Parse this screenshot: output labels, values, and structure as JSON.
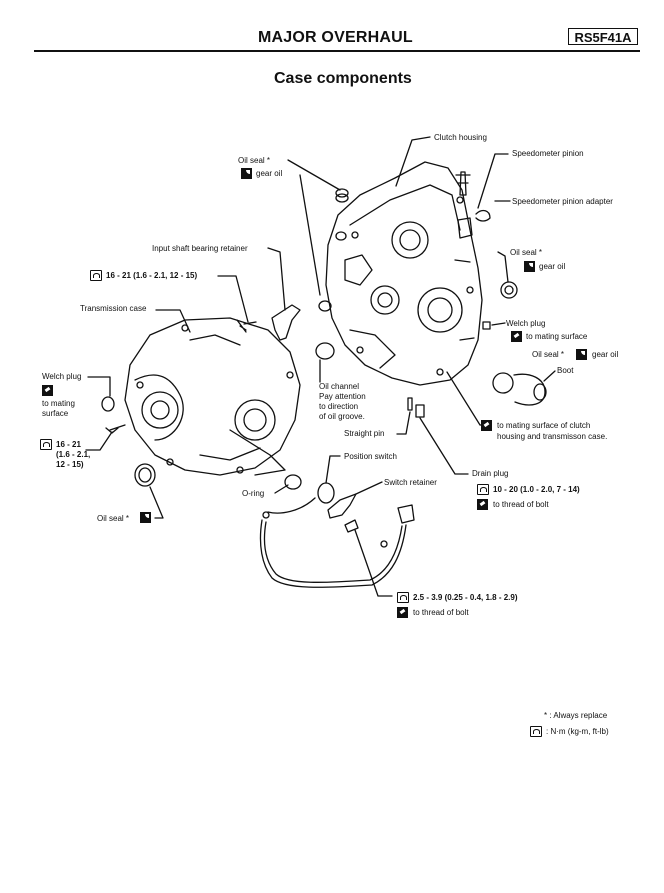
{
  "header": {
    "title": "MAJOR OVERHAUL",
    "code": "RS5F41A"
  },
  "section_title": "Case components",
  "labels": {
    "clutch_housing": "Clutch housing",
    "oil_seal_top": "Oil seal *",
    "gear_oil_top": "gear oil",
    "speedometer_pinion": "Speedometer pinion",
    "speedometer_pinion_adapter": "Speedometer pinion adapter",
    "input_shaft_bearing_retainer": "Input shaft bearing retainer",
    "oil_seal_right": "Oil seal *",
    "gear_oil_right": "gear oil",
    "torque_16_21_top": "16 - 21 (1.6 - 2.1, 12 - 15)",
    "transmission_case": "Transmission case",
    "welch_plug_right": "Welch plug",
    "to_mating_surface_right": "to mating surface",
    "oil_seal_boot": "Oil seal *",
    "gear_oil_boot": "gear oil",
    "boot": "Boot",
    "welch_plug_left": "Welch plug",
    "to_mating_left_1": "to mating",
    "to_mating_left_2": "surface",
    "oil_channel_1": "Oil channel",
    "oil_channel_2": "Pay attention",
    "oil_channel_3": "to direction",
    "oil_channel_4": "of oil groove.",
    "straight_pin": "Straight pin",
    "mating_clutch_1": "to mating surface of clutch",
    "mating_clutch_2": "housing and transmisson case.",
    "torque_left_1": "16 - 21",
    "torque_left_2": "(1.6 - 2.1,",
    "torque_left_3": "12 - 15)",
    "position_switch": "Position switch",
    "switch_retainer": "Switch retainer",
    "drain_plug": "Drain plug",
    "drain_torque": "10 - 20 (1.0 - 2.0, 7 - 14)",
    "drain_thread": "to thread of bolt",
    "o_ring": "O-ring",
    "oil_seal_bottom": "Oil seal *",
    "switch_torque": "2.5 - 3.9 (0.25 - 0.4, 1.8 - 2.9)",
    "switch_thread": "to thread of bolt"
  },
  "legend": {
    "always_replace": "* :  Always replace",
    "units": ":  N·m (kg-m, ft-lb)"
  }
}
